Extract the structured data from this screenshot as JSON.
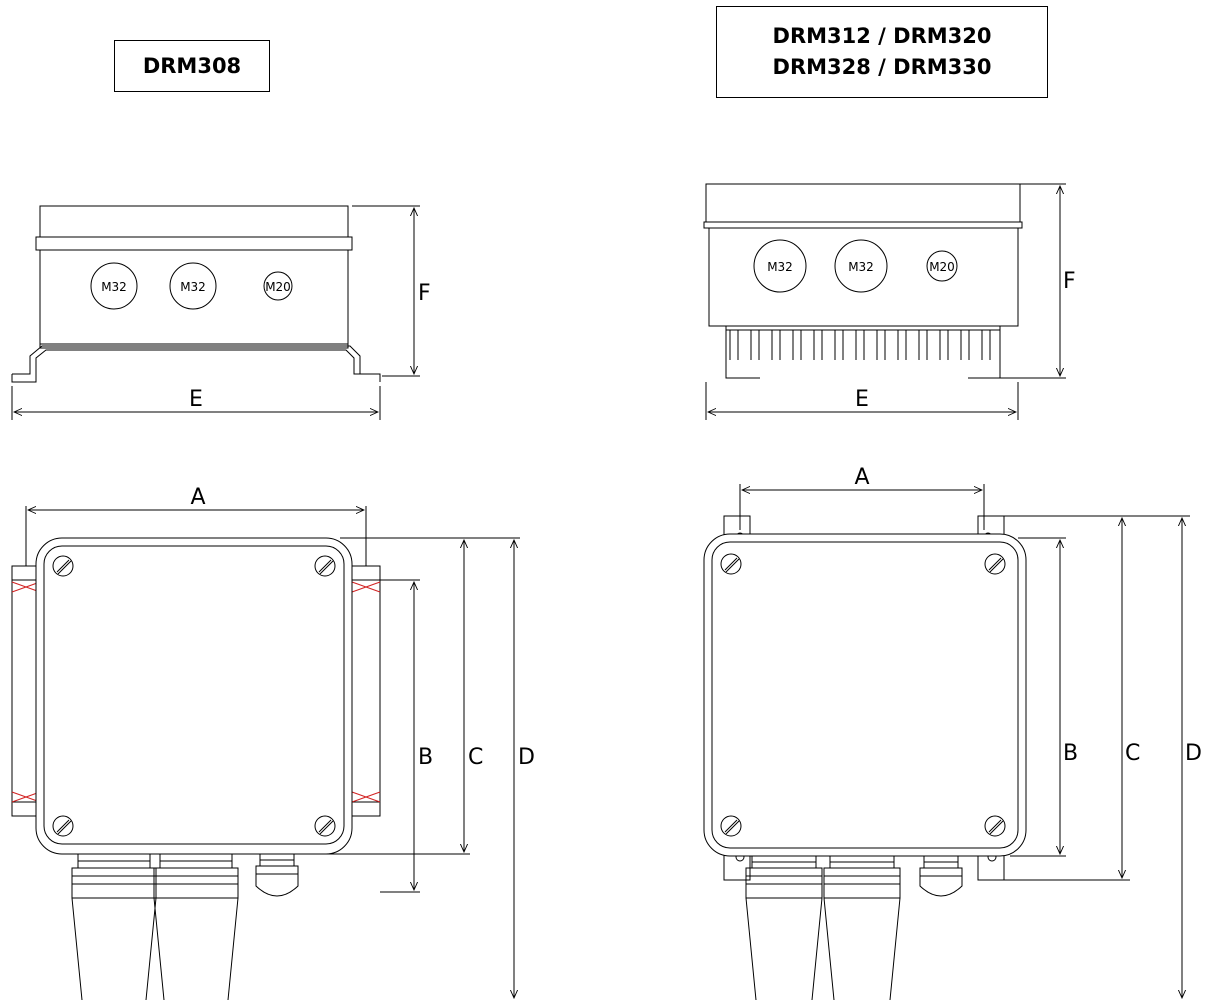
{
  "models": {
    "left": {
      "title": "DRM308"
    },
    "right": {
      "title_lines": [
        "DRM312 / DRM320",
        "DRM328 / DRM330"
      ]
    }
  },
  "dimension_labels": {
    "A": "A",
    "B": "B",
    "C": "C",
    "D": "D",
    "E": "E",
    "F": "F"
  },
  "gland_labels": {
    "large": "M32",
    "small": "M20"
  },
  "colors": {
    "line": "#000000",
    "hatch_marker": "#d22222",
    "fill": "#ffffff",
    "shadow": "#e6e6e6"
  }
}
